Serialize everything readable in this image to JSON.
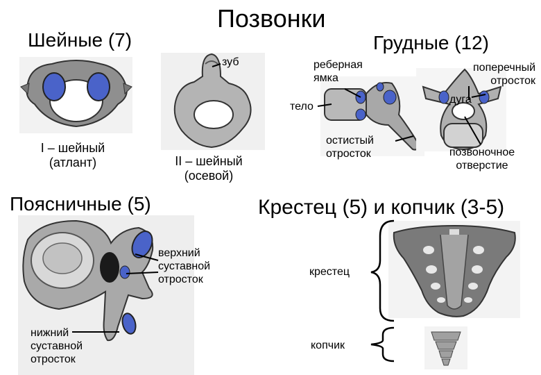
{
  "title": "Позвонки",
  "sections": {
    "cervical": "Шейные (7)",
    "thoracic": "Грудные (12)",
    "lumbar": "Поясничные (5)",
    "sacrum": "Крестец (5) и копчик (3-5)"
  },
  "labels": {
    "atlas_line1": "I – шейный",
    "atlas_line2": "(атлант)",
    "axis_line1": "II – шейный",
    "axis_line2": "(осевой)",
    "tooth": "зуб",
    "costal_pit_line1": "реберная",
    "costal_pit_line2": "ямка",
    "body": "тело",
    "spinous_line1": "остистый",
    "spinous_line2": "отросток",
    "transverse_line1": "поперечный",
    "transverse_line2": "отросток",
    "arch": "дуга",
    "foramen_line1": "позвоночное",
    "foramen_line2": "отверстие",
    "superior_line1": "верхний",
    "superior_line2": "суставной",
    "superior_line3": "отросток",
    "inferior_line1": "нижний",
    "inferior_line2": "суставной",
    "inferior_line3": "отросток",
    "sacrum": "крестец",
    "coccyx": "копчик"
  }
}
